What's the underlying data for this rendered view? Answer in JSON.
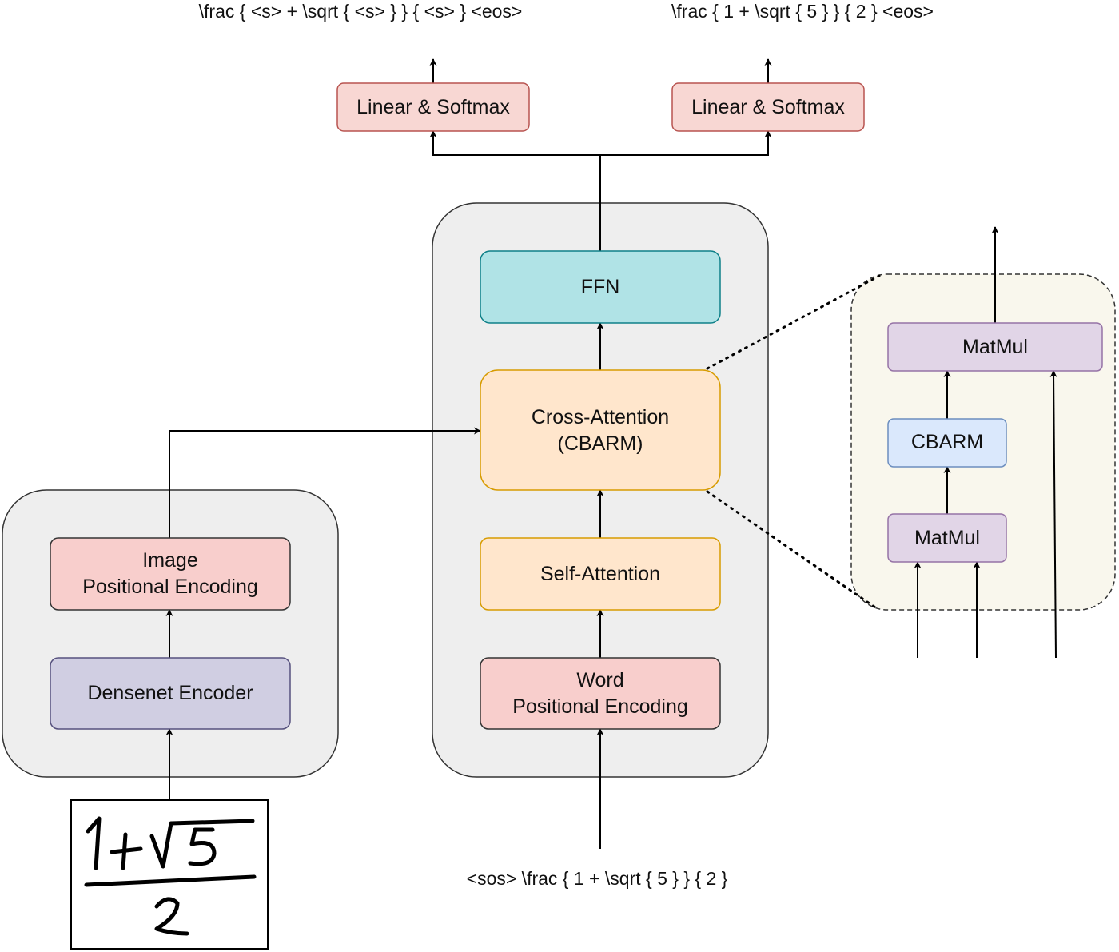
{
  "output_sequences": {
    "left": "\\frac { <s> + \\sqrt { <s> } } { <s> } <eos>",
    "right": "\\frac { 1 + \\sqrt { 5 } } { 2 } <eos>"
  },
  "input_sequence": "<sos> \\frac { 1 + \\sqrt { 5 } } { 2 }",
  "output_heads": {
    "left_label": "Linear & Softmax",
    "right_label": "Linear & Softmax"
  },
  "encoder": {
    "densenet": "Densenet Encoder",
    "image_pe_line1": "Image",
    "image_pe_line2": "Positional Encoding"
  },
  "decoder": {
    "ffn": "FFN",
    "cross_attention_line1": "Cross-Attention",
    "cross_attention_line2": "(CBARM)",
    "self_attention": "Self-Attention",
    "word_pe_line1": "Word",
    "word_pe_line2": "Positional Encoding"
  },
  "cbarm_detail": {
    "top_matmul": "MatMul",
    "cbarm": "CBARM",
    "bottom_matmul": "MatMul"
  },
  "colors": {
    "head_fill": "#f8d7d3",
    "head_stroke": "#b85450",
    "ffn_fill": "#b0e3e6",
    "ffn_stroke": "#0e8088",
    "attention_fill": "#ffe6cc",
    "attention_stroke": "#d79b00",
    "pe_fill": "#f8cecc",
    "pe_stroke": "#333333",
    "densenet_fill": "#d0cee2",
    "densenet_stroke": "#56517e",
    "panel_fill": "#eeeeee",
    "detail_panel_fill": "#f9f7ed",
    "matmul_fill": "#e1d5e7",
    "matmul_stroke": "#9673a6",
    "cbarm_fill": "#dae8fc",
    "cbarm_stroke": "#6c8ebf"
  }
}
